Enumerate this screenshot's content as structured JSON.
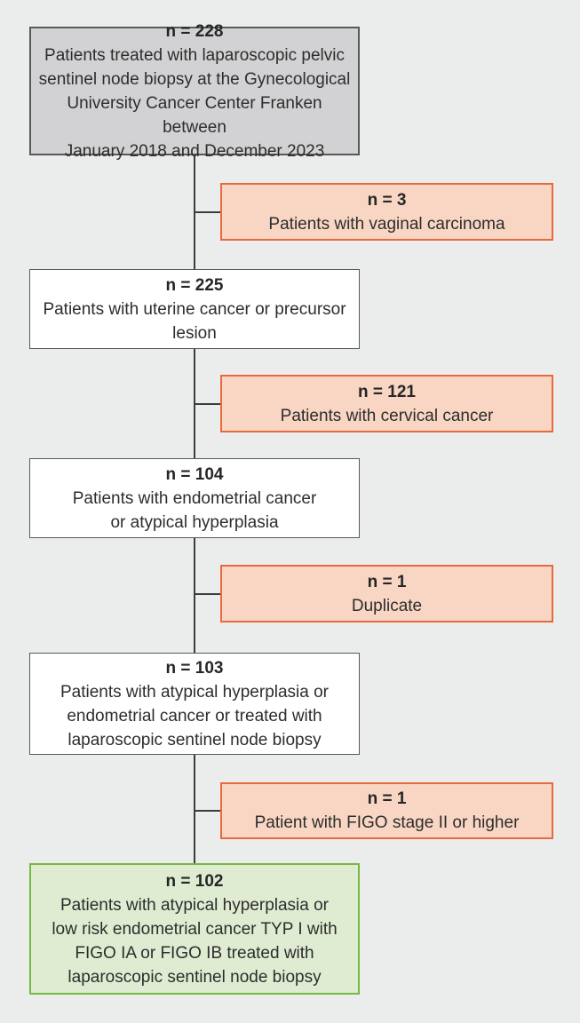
{
  "diagram_type": "patient-flow-chart",
  "colors": {
    "background": "#ebedec",
    "cohort_top_fill": "#d2d2d4",
    "cohort_top_border": "#58595b",
    "cohort_fill": "#ffffff",
    "cohort_border": "#58595b",
    "exclusion_fill": "#f8d6c3",
    "exclusion_border": "#e8693e",
    "final_fill": "#dfecd2",
    "final_border": "#77b843",
    "connector": "#3c3c3c",
    "text": "#2d2d2d"
  },
  "boxes": [
    {
      "id": "initial-cohort",
      "type": "cohort-top",
      "n": "n = 228",
      "text": "Patients treated with laparoscopic pelvic\nsentinel node biopsy at the Gynecological\nUniversity Cancer Center Franken between\nJanuary 2018 and December 2023"
    },
    {
      "id": "excluded-vaginal-carcinoma",
      "type": "exclusion",
      "n": "n = 3",
      "text": "Patients with vaginal carcinoma"
    },
    {
      "id": "uterine-cancer-cohort",
      "type": "cohort",
      "n": "n = 225",
      "text": "Patients with uterine cancer or precursor\nlesion"
    },
    {
      "id": "excluded-cervical-cancer",
      "type": "exclusion",
      "n": "n = 121",
      "text": "Patients with cervical cancer"
    },
    {
      "id": "endometrial-cancer-cohort",
      "type": "cohort",
      "n": "n = 104",
      "text": "Patients with endometrial cancer\nor atypical hyperplasia"
    },
    {
      "id": "excluded-duplicate",
      "type": "exclusion",
      "n": "n = 1",
      "text": "Duplicate"
    },
    {
      "id": "hyperplasia-or-endometrial-cohort",
      "type": "cohort",
      "n": "n = 103",
      "text": "Patients with atypical hyperplasia or\nendometrial cancer or treated with\nlaparoscopic sentinel node biopsy"
    },
    {
      "id": "excluded-figo-stage-ii",
      "type": "exclusion",
      "n": "n = 1",
      "text": "Patient with FIGO stage II or higher"
    },
    {
      "id": "final-study-population",
      "type": "final",
      "n": "n = 102",
      "text": "Patients with atypical hyperplasia or\nlow risk endometrial cancer TYP I with\nFIGO IA or FIGO IB treated with\nlaparoscopic sentinel node biopsy"
    }
  ]
}
